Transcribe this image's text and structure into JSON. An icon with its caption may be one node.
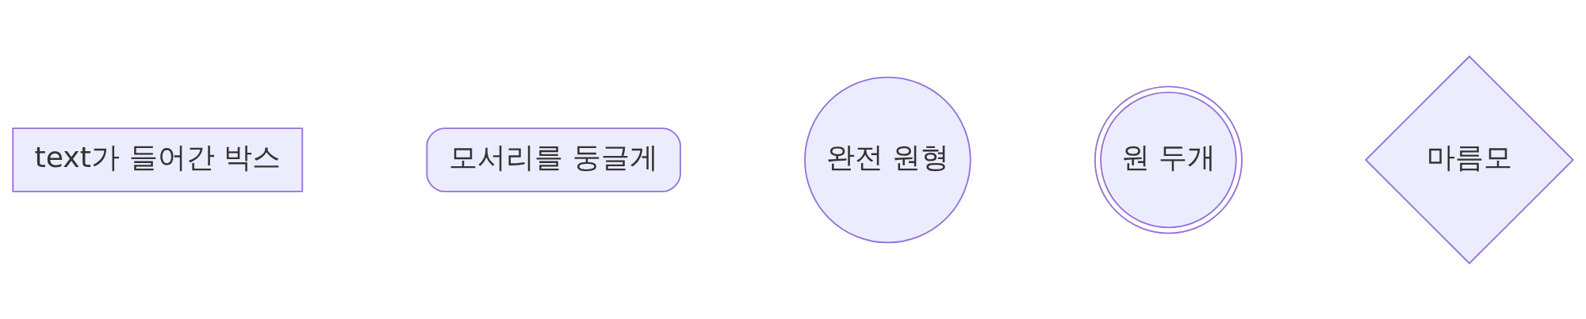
{
  "diagram": {
    "nodes": [
      {
        "text": [
          "text가 들어간 박스"
        ]
      },
      {
        "text": [
          "모서리를 둥글게"
        ]
      },
      {
        "text": [
          "완전 원형"
        ]
      },
      {
        "text": [
          "원 두개"
        ]
      },
      {
        "text": [
          "마름모"
        ]
      }
    ]
  }
}
